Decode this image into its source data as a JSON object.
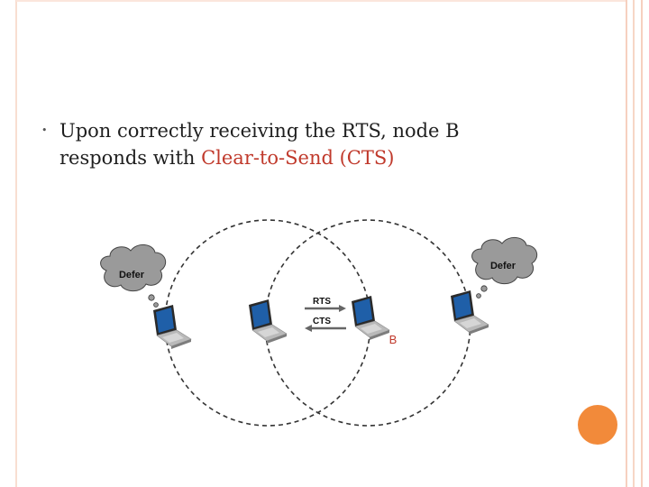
{
  "slide": {
    "bullet_char": "•",
    "line1": "Upon correctly receiving the RTS, node B",
    "line2_prefix": "responds with ",
    "line2_highlight": "Clear-to-Send (CTS)"
  },
  "diagram": {
    "bubble_left": "Defer",
    "bubble_right": "Defer",
    "rts_label": "RTS",
    "cts_label": "CTS",
    "node_b_label": "B"
  },
  "colors": {
    "accent": "#c0392b",
    "frame": "#f4c8b4",
    "frame_line": "#f0a888",
    "orange_dot": "#f28a3a"
  }
}
